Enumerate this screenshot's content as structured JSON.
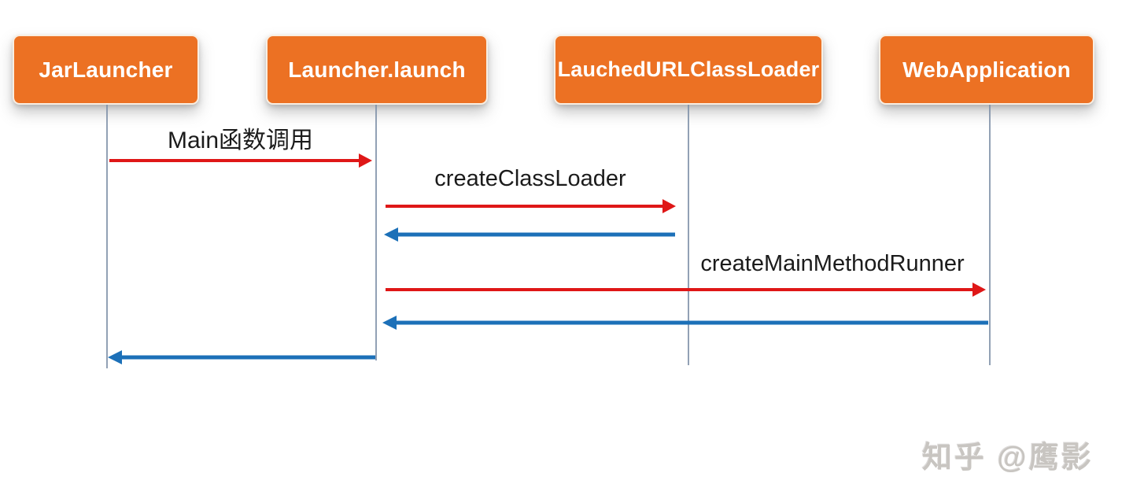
{
  "diagram": {
    "title_hint": "Spring Boot jar launch sequence diagram",
    "actors": [
      {
        "label": "JarLauncher"
      },
      {
        "label": "Launcher.launch"
      },
      {
        "label": "LauchedURLClassLoader"
      },
      {
        "label": "WebApplication"
      }
    ],
    "messages": [
      {
        "label": "Main函数调用",
        "from": "JarLauncher",
        "to": "Launcher.launch",
        "kind": "call"
      },
      {
        "label": "createClassLoader",
        "from": "Launcher.launch",
        "to": "LauchedURLClassLoader",
        "kind": "call"
      },
      {
        "label": "",
        "from": "LauchedURLClassLoader",
        "to": "Launcher.launch",
        "kind": "return"
      },
      {
        "label": "createMainMethodRunner",
        "from": "Launcher.launch",
        "to": "WebApplication",
        "kind": "call"
      },
      {
        "label": "",
        "from": "WebApplication",
        "to": "Launcher.launch",
        "kind": "return"
      },
      {
        "label": "",
        "from": "Launcher.launch",
        "to": "JarLauncher",
        "kind": "return"
      }
    ],
    "colors": {
      "actor_fill": "#EC7123",
      "actor_border": "#F8EEE2",
      "call_arrow": "#DF1717",
      "return_arrow": "#1C70B8",
      "lifeline": "#7F91A8",
      "label_text": "#1B1B1B",
      "watermark": "#C8C5C1"
    }
  },
  "watermark": {
    "text": "知乎 @鹰影"
  }
}
